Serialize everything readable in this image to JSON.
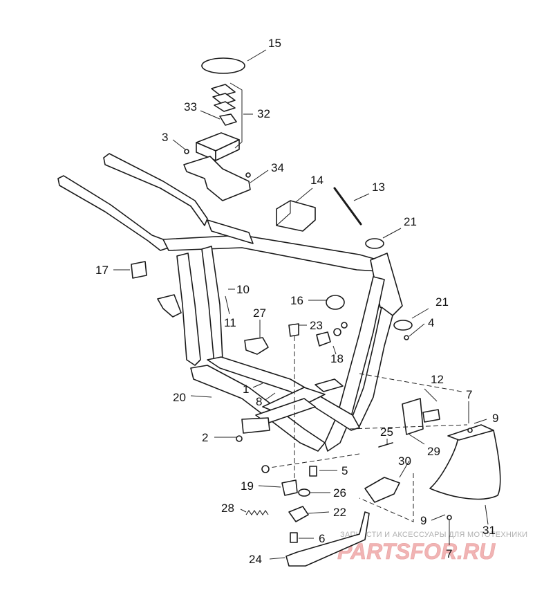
{
  "callouts": [
    "1",
    "2",
    "3",
    "4",
    "5",
    "6",
    "7",
    "7",
    "8",
    "9",
    "9",
    "10",
    "11",
    "12",
    "13",
    "14",
    "15",
    "16",
    "17",
    "18",
    "19",
    "20",
    "21",
    "21",
    "22",
    "23",
    "24",
    "25",
    "26",
    "27",
    "28",
    "29",
    "30",
    "31",
    "32",
    "33",
    "34"
  ],
  "watermark": {
    "caption": "ЗАПЧАСТИ И АКСЕССУАРЫ ДЛЯ МОТОТЕХНИКИ",
    "brand": "PARTSFOR.RU"
  }
}
